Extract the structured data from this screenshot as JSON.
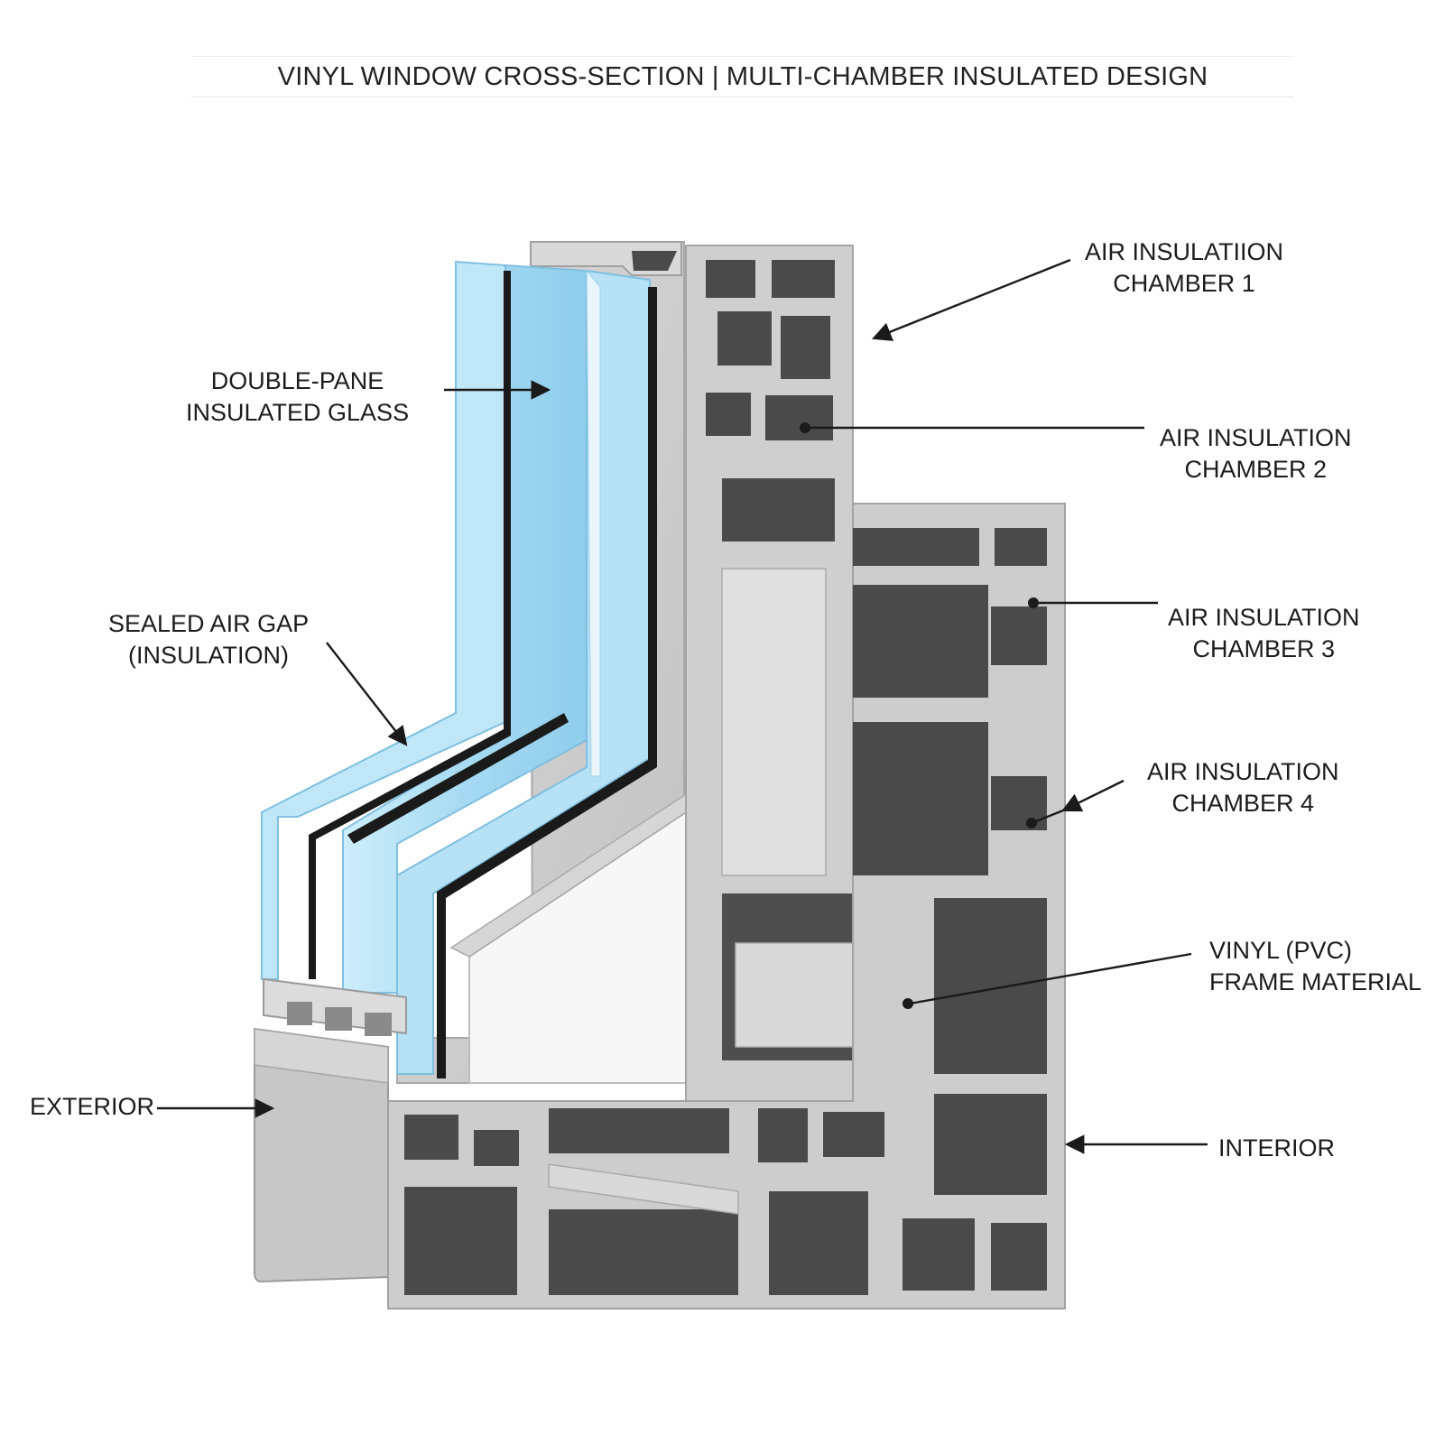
{
  "title": "VINYL WINDOW CROSS-SECTION | MULTI-CHAMBER INSULATED DESIGN",
  "labels": {
    "glass": {
      "line1": "DOUBLE-PANE",
      "line2": "INSULATED GLASS"
    },
    "air_gap": {
      "line1": "SEALED AIR GAP",
      "line2": "(INSULATION)"
    },
    "exterior": "EXTERIOR",
    "chamber1": {
      "line1": "AIR INSULATIION",
      "line2": "CHAMBER 1"
    },
    "chamber2": {
      "line1": "AIR INSULATION",
      "line2": "CHAMBER 2"
    },
    "chamber3": {
      "line1": "AIR INSULATION",
      "line2": "CHAMBER 3"
    },
    "chamber4": {
      "line1": "AIR INSULATION",
      "line2": "CHAMBER 4"
    },
    "frame": {
      "line1": "VINYL (PVC)",
      "line2": "FRAME MATERIAL"
    },
    "interior": "INTERIOR"
  },
  "colors": {
    "frame_light": "#cfcfcf",
    "frame_mid": "#bdbdbd",
    "chamber_dark": "#4a4a4a",
    "glass": "#a9dcf3",
    "glass_edge": "#7fbfe0",
    "spacer": "#1a1a1a",
    "leader": "#1a1a1a"
  }
}
